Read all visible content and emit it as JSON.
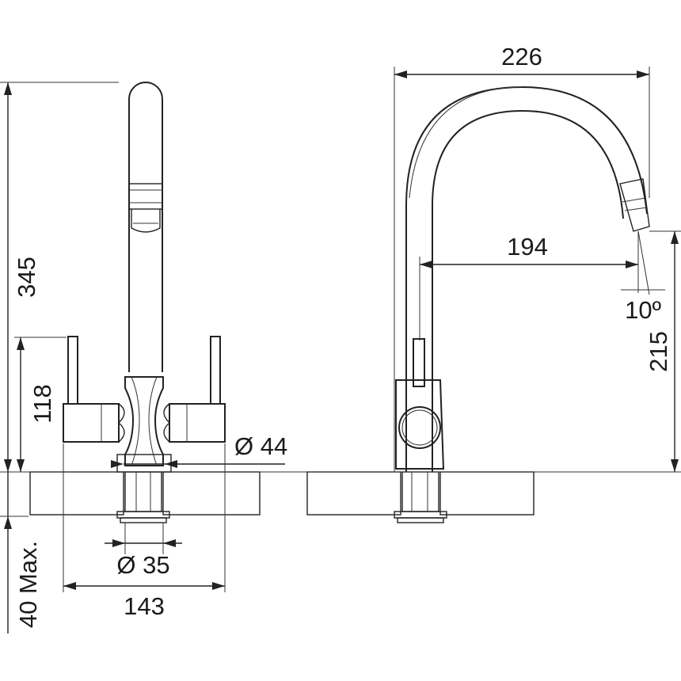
{
  "dimensions": {
    "front": {
      "overall_height": "345",
      "handle_height": "118",
      "mount_max": "40 Max.",
      "body_diameter": "Ø 44",
      "hole_diameter": "Ø 35",
      "overall_width": "143"
    },
    "side": {
      "reach_total": "226",
      "reach_spout": "194",
      "spout_angle": "10º",
      "spout_height": "215"
    }
  }
}
